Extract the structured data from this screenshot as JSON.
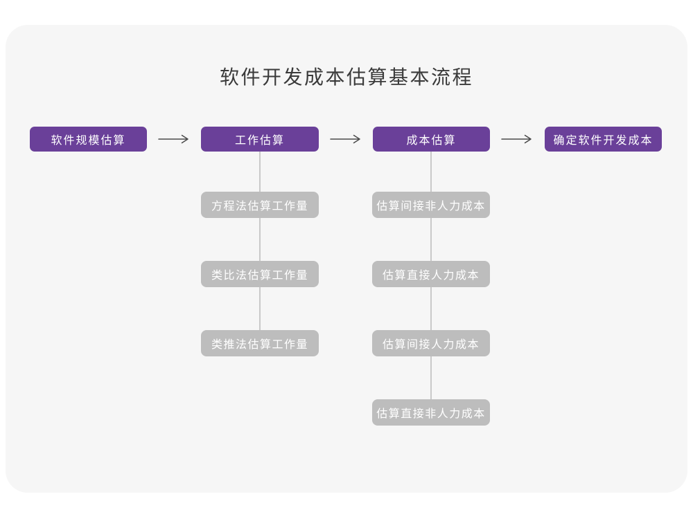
{
  "page": {
    "title": "软件开发成本估算基本流程"
  },
  "colors": {
    "page_bg": "#FFFFFF",
    "card_bg": "#F6F6F6",
    "stage_bg": "#6A4099",
    "stage_text": "#FFFFFF",
    "substep_bg": "#BDBDBD",
    "substep_text": "#FFFFFF",
    "connector_line": "#C9C9C9",
    "arrow_stroke": "#4A4A4A",
    "title_text": "#3A3A3A"
  },
  "flow": {
    "stages": [
      {
        "label": "软件规模估算"
      },
      {
        "label": "工作估算",
        "sub_steps": [
          "方程法估算工作量",
          "类比法估算工作量",
          "类推法估算工作量"
        ]
      },
      {
        "label": "成本估算",
        "sub_steps": [
          "估算间接非人力成本",
          "估算直接人力成本",
          "估算间接人力成本",
          "估算直接非人力成本"
        ]
      },
      {
        "label": "确定软件开发成本"
      }
    ]
  }
}
